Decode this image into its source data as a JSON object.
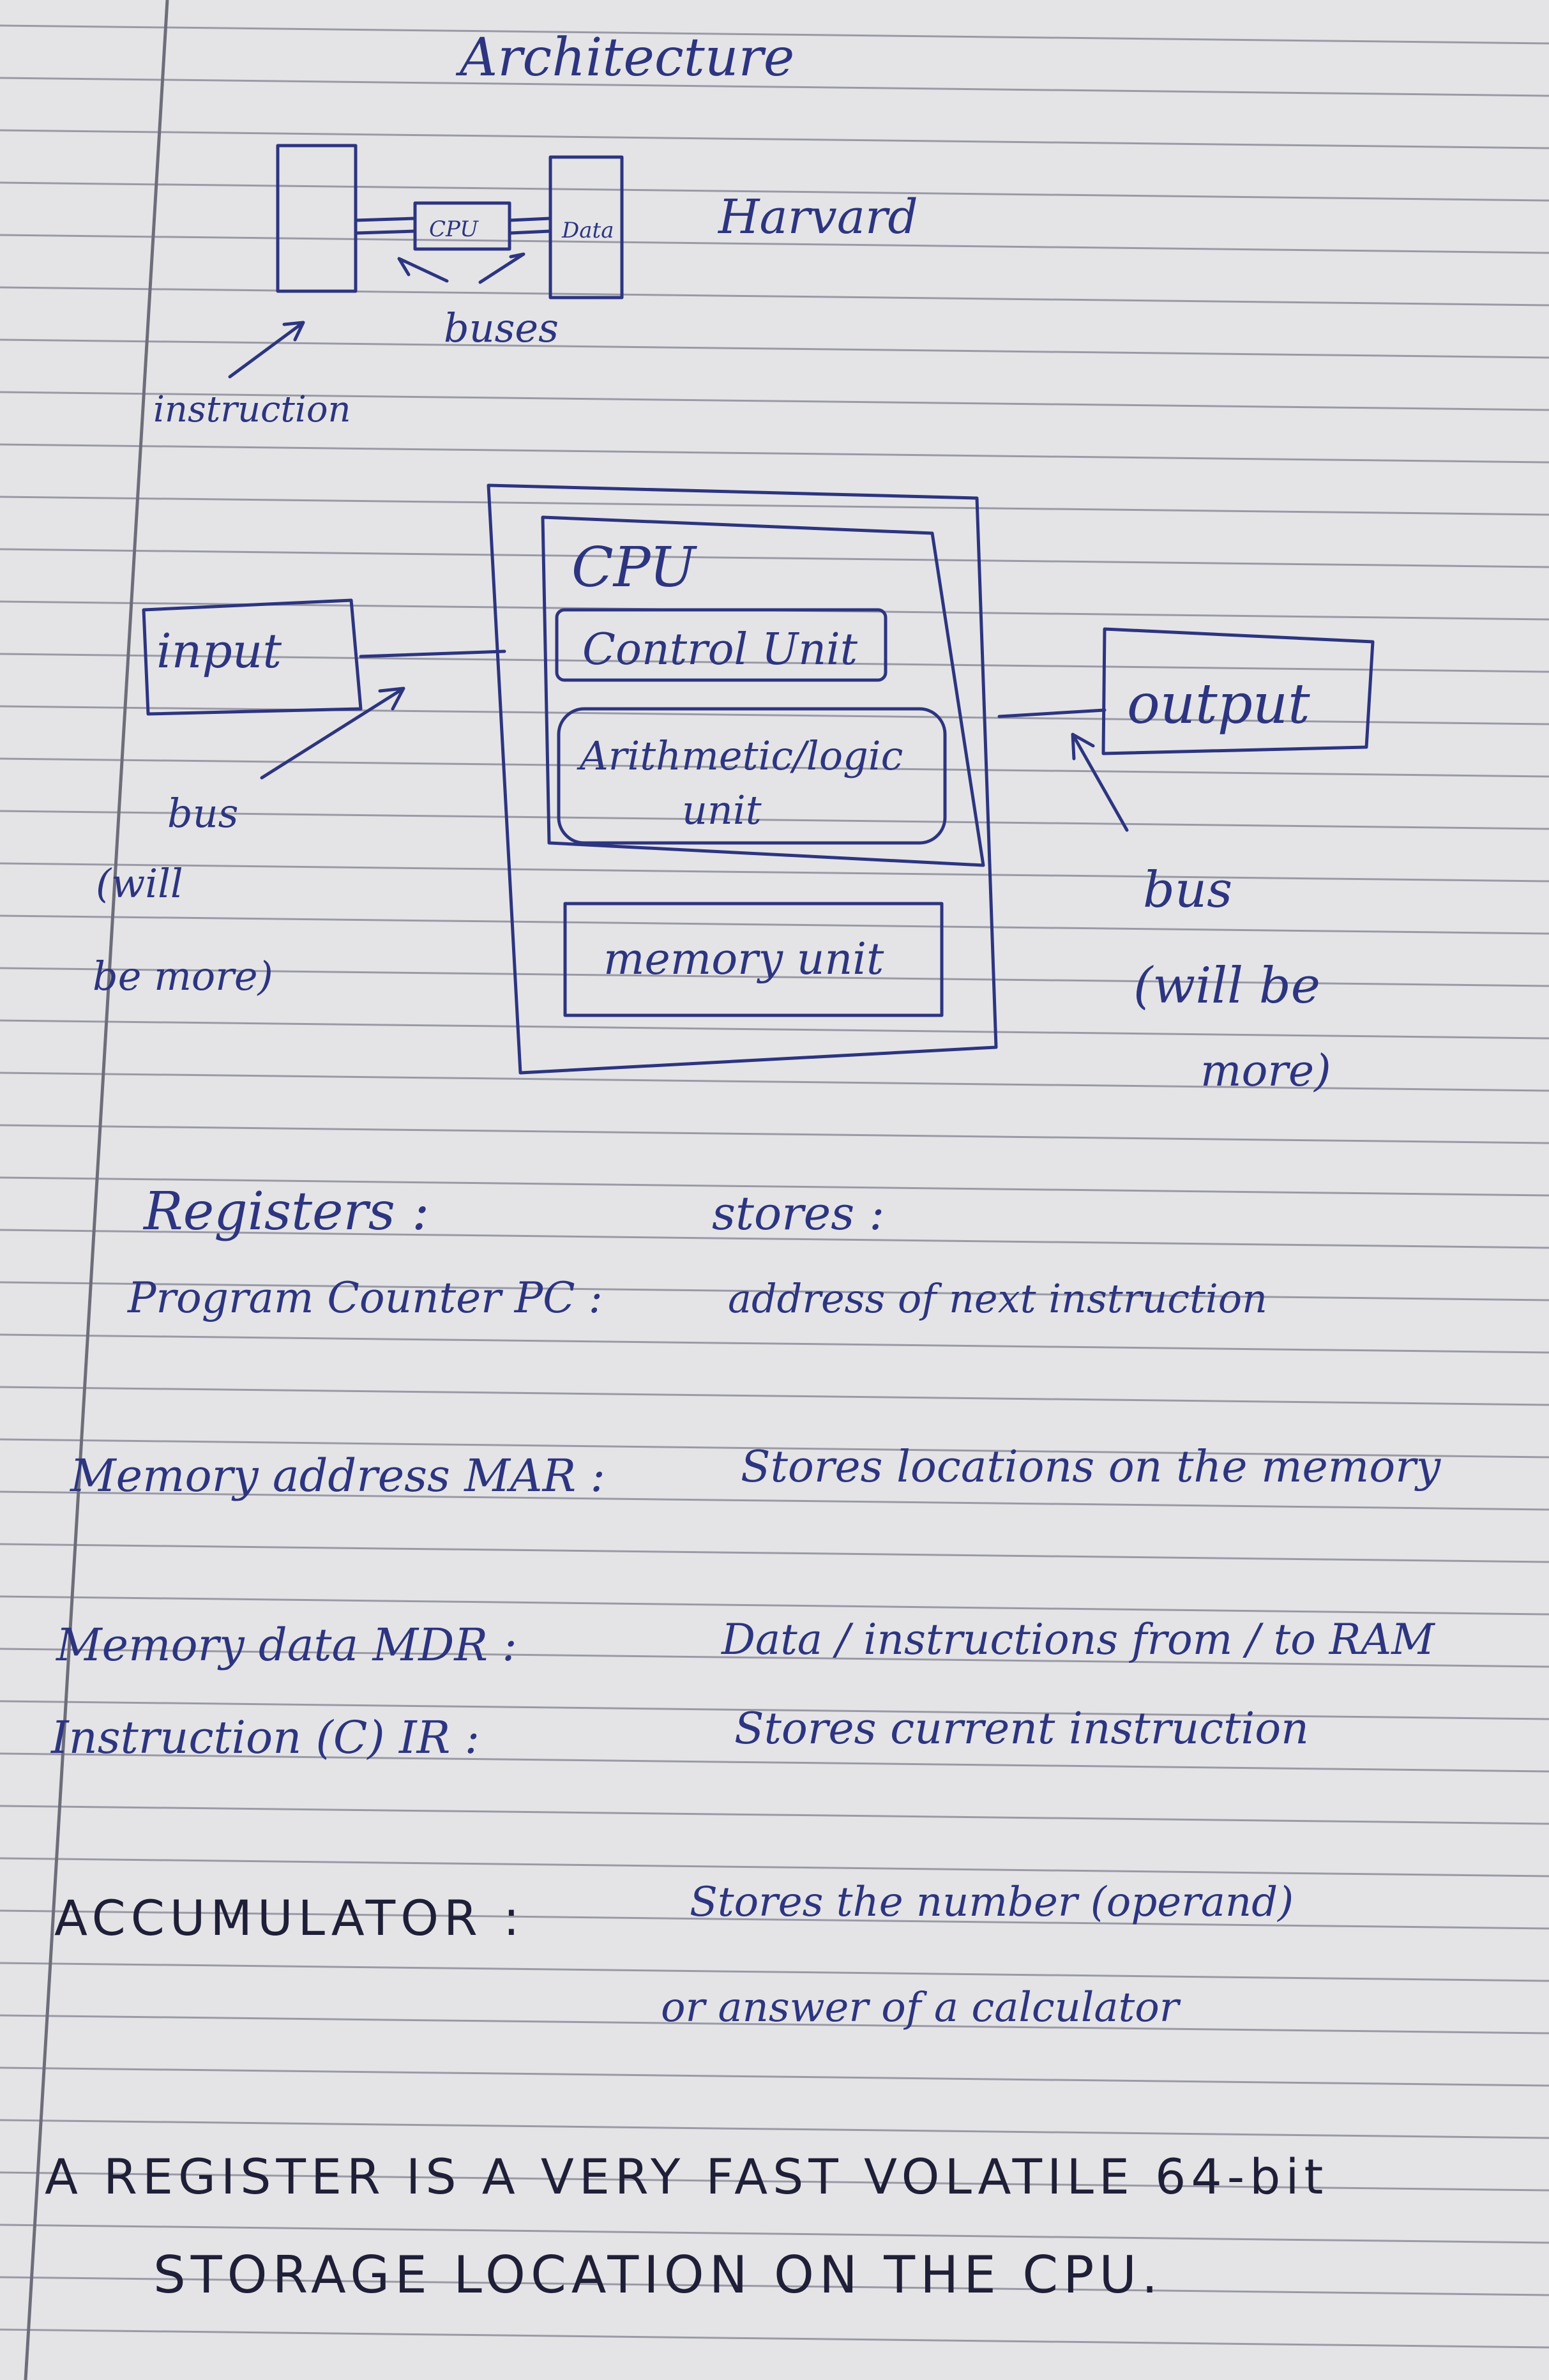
{
  "title": "Architecture",
  "harvard": {
    "label": "Harvard",
    "cpu_box": "CPU",
    "data_box": "Data",
    "buses_label": "buses",
    "instruction_label": "instruction"
  },
  "von_neumann": {
    "input": "input",
    "output": "output",
    "cpu": "CPU",
    "control_unit": "Control Unit",
    "alu_line1": "Arithmetic/logic",
    "alu_line2": "unit",
    "memory_unit": "memory unit",
    "bus_left": [
      "bus",
      "(will",
      "be more)"
    ],
    "bus_right": [
      "bus",
      "(will be",
      "more)"
    ]
  },
  "registers": {
    "heading_left": "Registers :",
    "heading_right": "stores :",
    "rows": [
      {
        "name": "Program Counter PC :",
        "desc": [
          "address of next instruction"
        ]
      },
      {
        "name": "Memory address MAR :",
        "desc": [
          "Stores locations on the memory"
        ]
      },
      {
        "name": "Memory data MDR :",
        "desc": [
          "Data / instructions from / to RAM"
        ]
      },
      {
        "name": "Instruction (C) IR :",
        "desc": [
          "Stores current instruction"
        ]
      },
      {
        "name": "ACCUMULATOR :",
        "desc": [
          "Stores the number (operand)",
          "or answer of a calculator"
        ]
      }
    ]
  },
  "statement": {
    "line1": "A REGISTER IS A VERY FAST VOLATILE 64-bit",
    "line2": "STORAGE LOCATION ON THE CPU."
  },
  "colors": {
    "ink": "#2d3580",
    "paper": "#e4e4e7",
    "rule": "#9a9aa6",
    "margin": "#6e6e7a"
  }
}
